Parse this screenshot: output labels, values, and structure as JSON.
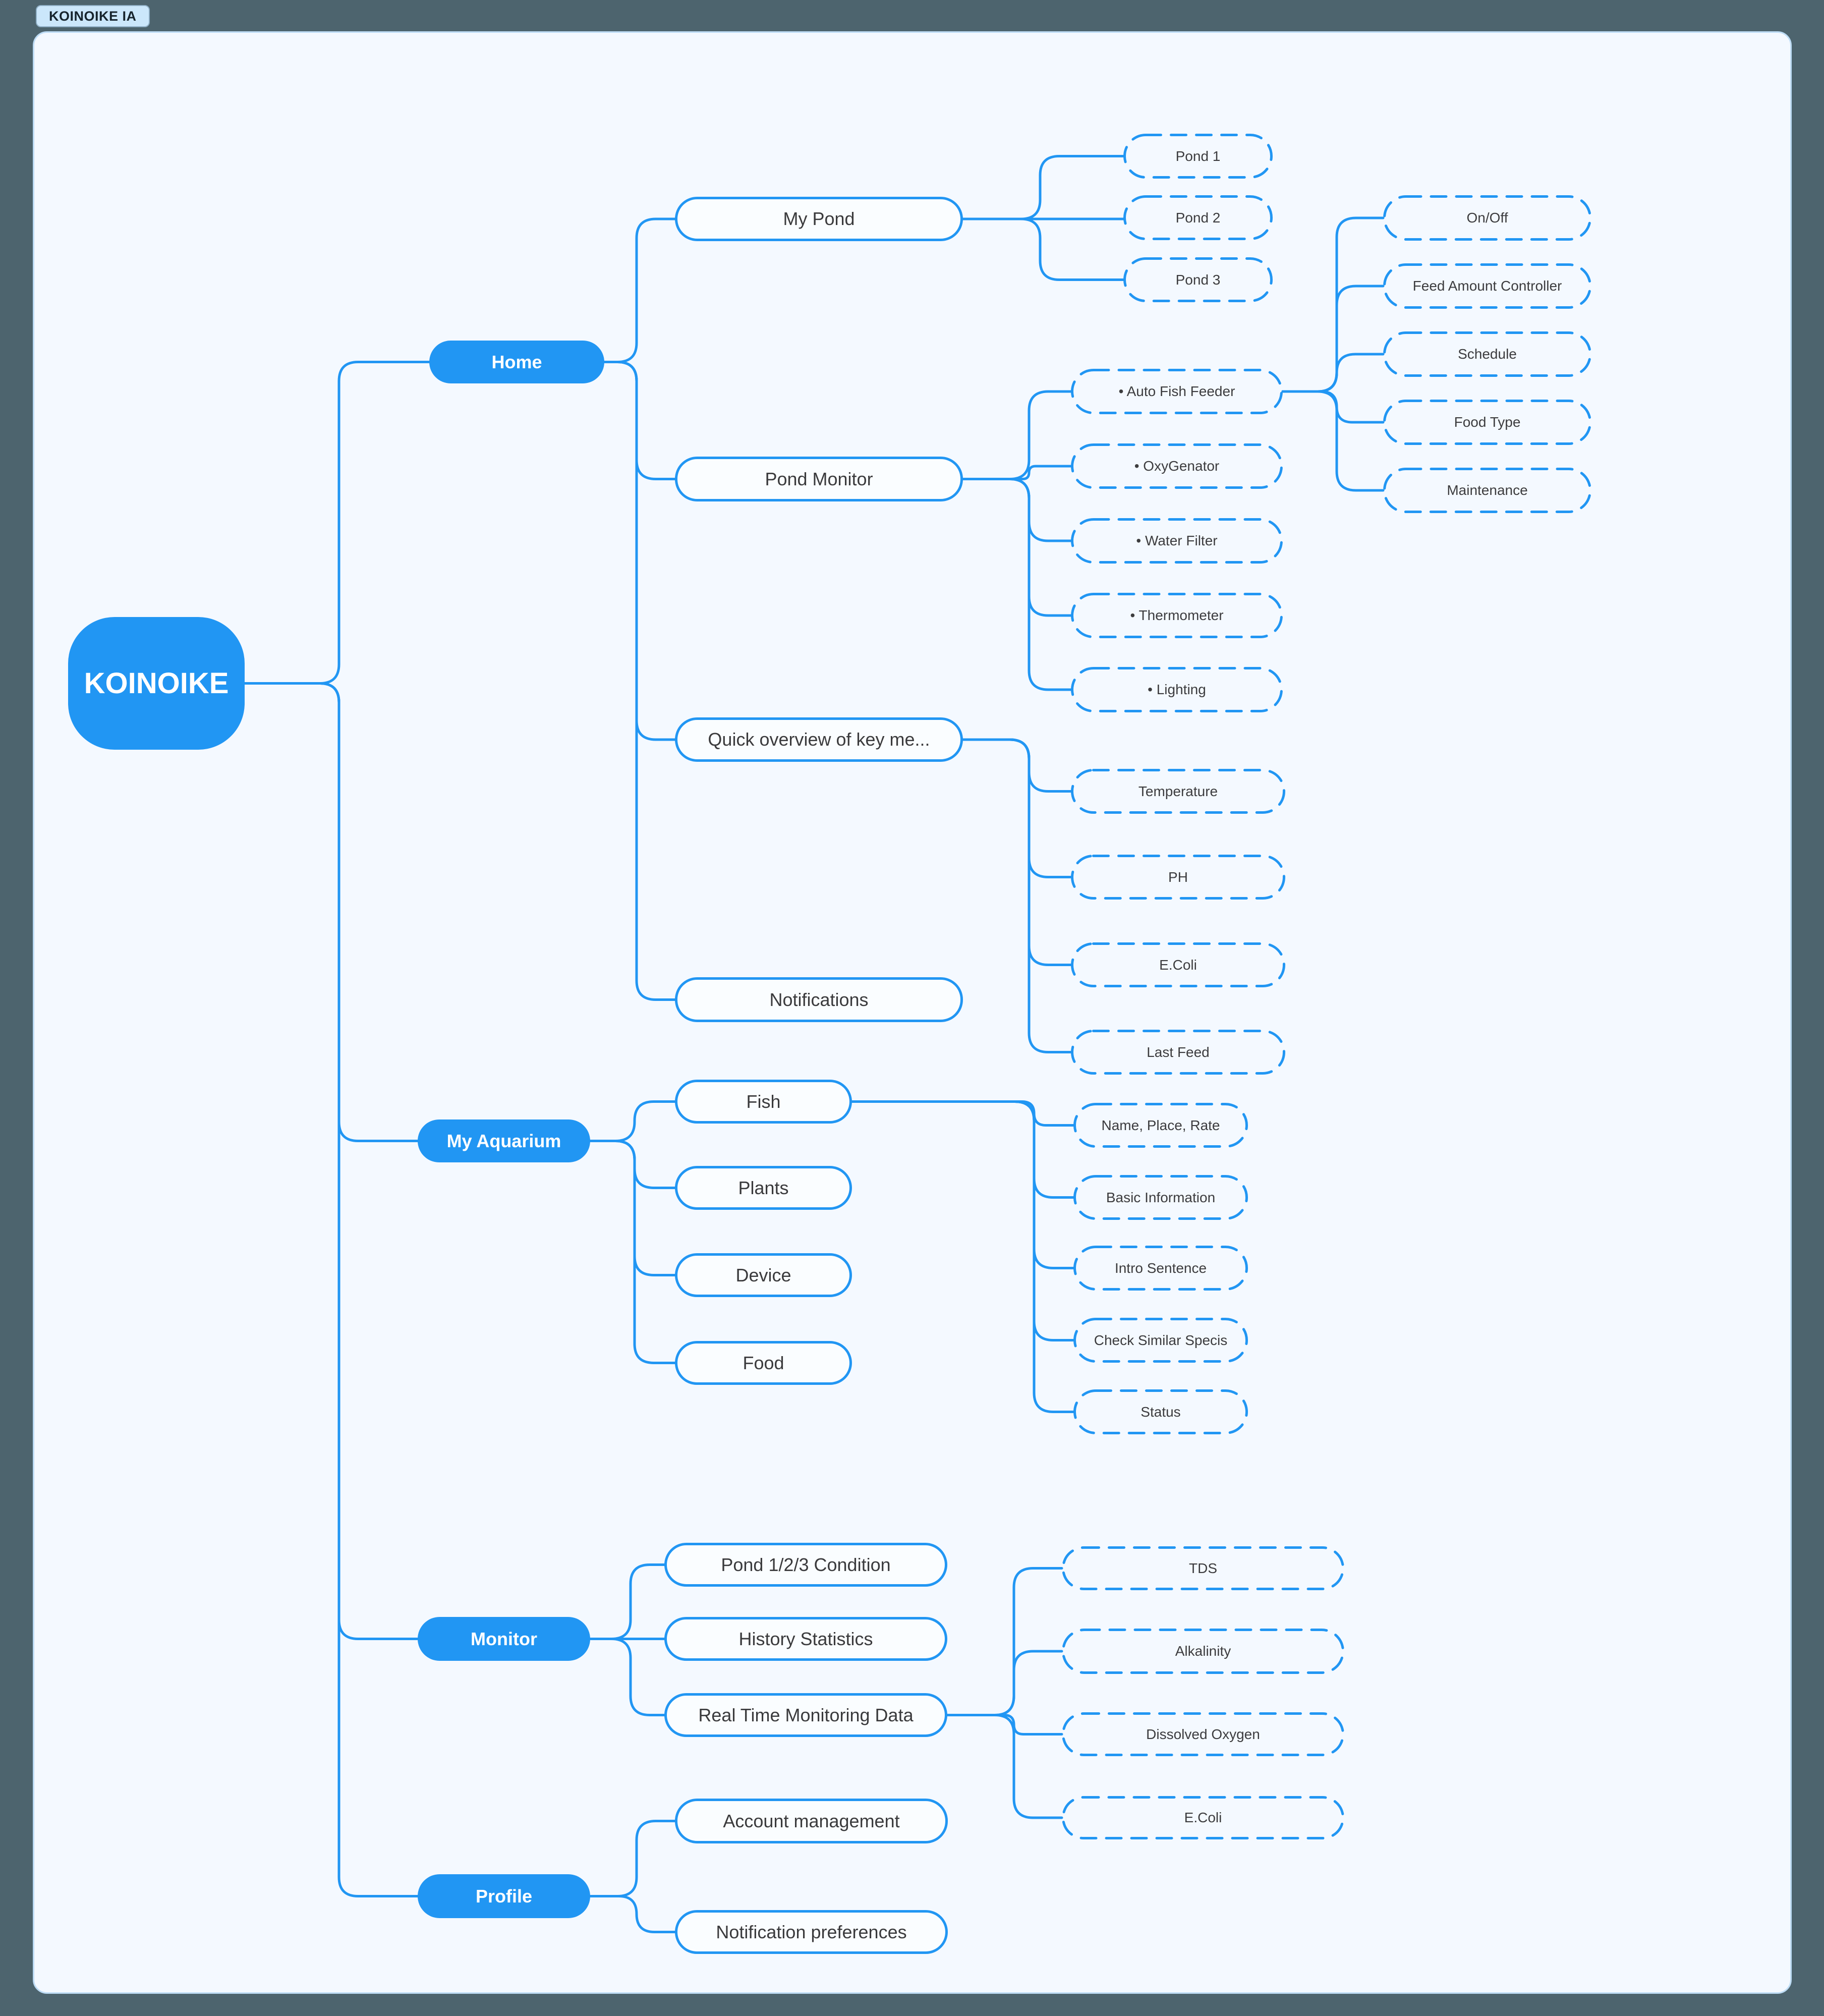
{
  "artboard_tab": "KOINOIKE IA",
  "colors": {
    "accent": "#2196F3",
    "canvas": "#F4F9FF",
    "outer_background": "#4D646E",
    "node_text": "#3A3A3C"
  },
  "nodes": {
    "root": "KOINOIKE",
    "home": "Home",
    "my_pond": "My Pond",
    "pond_1": "Pond 1",
    "pond_2": "Pond 2",
    "pond_3": "Pond 3",
    "pond_monitor": "Pond Monitor",
    "auto_fish_feeder": "• Auto Fish Feeder",
    "on_off": "On/Off",
    "feed_amount_controller": "Feed Amount Controller",
    "schedule": "Schedule",
    "food_type": "Food Type",
    "maintenance": "Maintenance",
    "oxygenator": "• OxyGenator",
    "water_filter": "• Water Filter",
    "thermometer": "• Thermometer",
    "lighting": "• Lighting",
    "quick_overview": "Quick overview of key me...",
    "temperature": "Temperature",
    "ph": "PH",
    "e_coli": "E.Coli",
    "last_feed": "Last Feed",
    "notifications": "Notifications",
    "my_aquarium": "My Aquarium",
    "fish": "Fish",
    "plants": "Plants",
    "device": "Device",
    "food": "Food",
    "name_place_rate": "Name, Place, Rate",
    "basic_information": "Basic Information",
    "intro_sentence": "Intro Sentence",
    "check_similar_specis": "Check Similar Specis",
    "status": "Status",
    "monitor": "Monitor",
    "pond_123_condition": "Pond 1/2/3 Condition",
    "history_statistics": "History Statistics",
    "real_time_monitoring": "Real Time Monitoring Data",
    "tds": "TDS",
    "alkalinity": "Alkalinity",
    "dissolved_oxygen": "Dissolved Oxygen",
    "e_coli_rt": "E.Coli",
    "profile": "Profile",
    "account_management": "Account management",
    "notification_preferences": "Notification preferences"
  }
}
